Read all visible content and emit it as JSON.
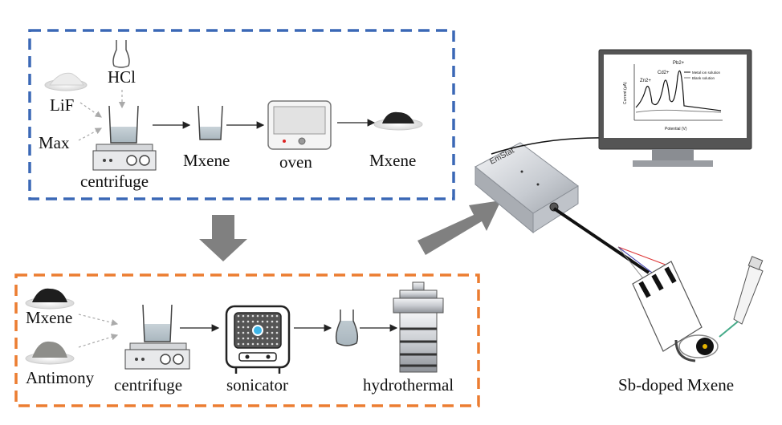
{
  "stage1": {
    "border_color": "#3b68b6",
    "labels": {
      "hcl": "HCl",
      "lif": "LiF",
      "max": "Max",
      "centrifuge": "centrifuge",
      "mxene_liquid": "Mxene",
      "oven": "oven",
      "mxene_powder": "Mxene"
    }
  },
  "stage2": {
    "border_color": "#ec7d31",
    "labels": {
      "mxene": "Mxene",
      "antimony": "Antimony",
      "centrifuge": "centrifuge",
      "sonicator": "sonicator",
      "hydrothermal": "hydrothermal"
    }
  },
  "device": {
    "brand": "EmStat",
    "result_label": "Sb-doped Mxene"
  },
  "monitor_chart": {
    "xlabel": "Potential (V)",
    "ylabel": "Current (μA)",
    "peaks": [
      "Zn2+",
      "Cd2+",
      "Pb2+"
    ],
    "legend": [
      "Metal ion solution",
      "Blank solution"
    ]
  },
  "colors": {
    "arrow_gray": "#808080",
    "blue": "#3b68b6",
    "orange": "#ec7d31"
  }
}
